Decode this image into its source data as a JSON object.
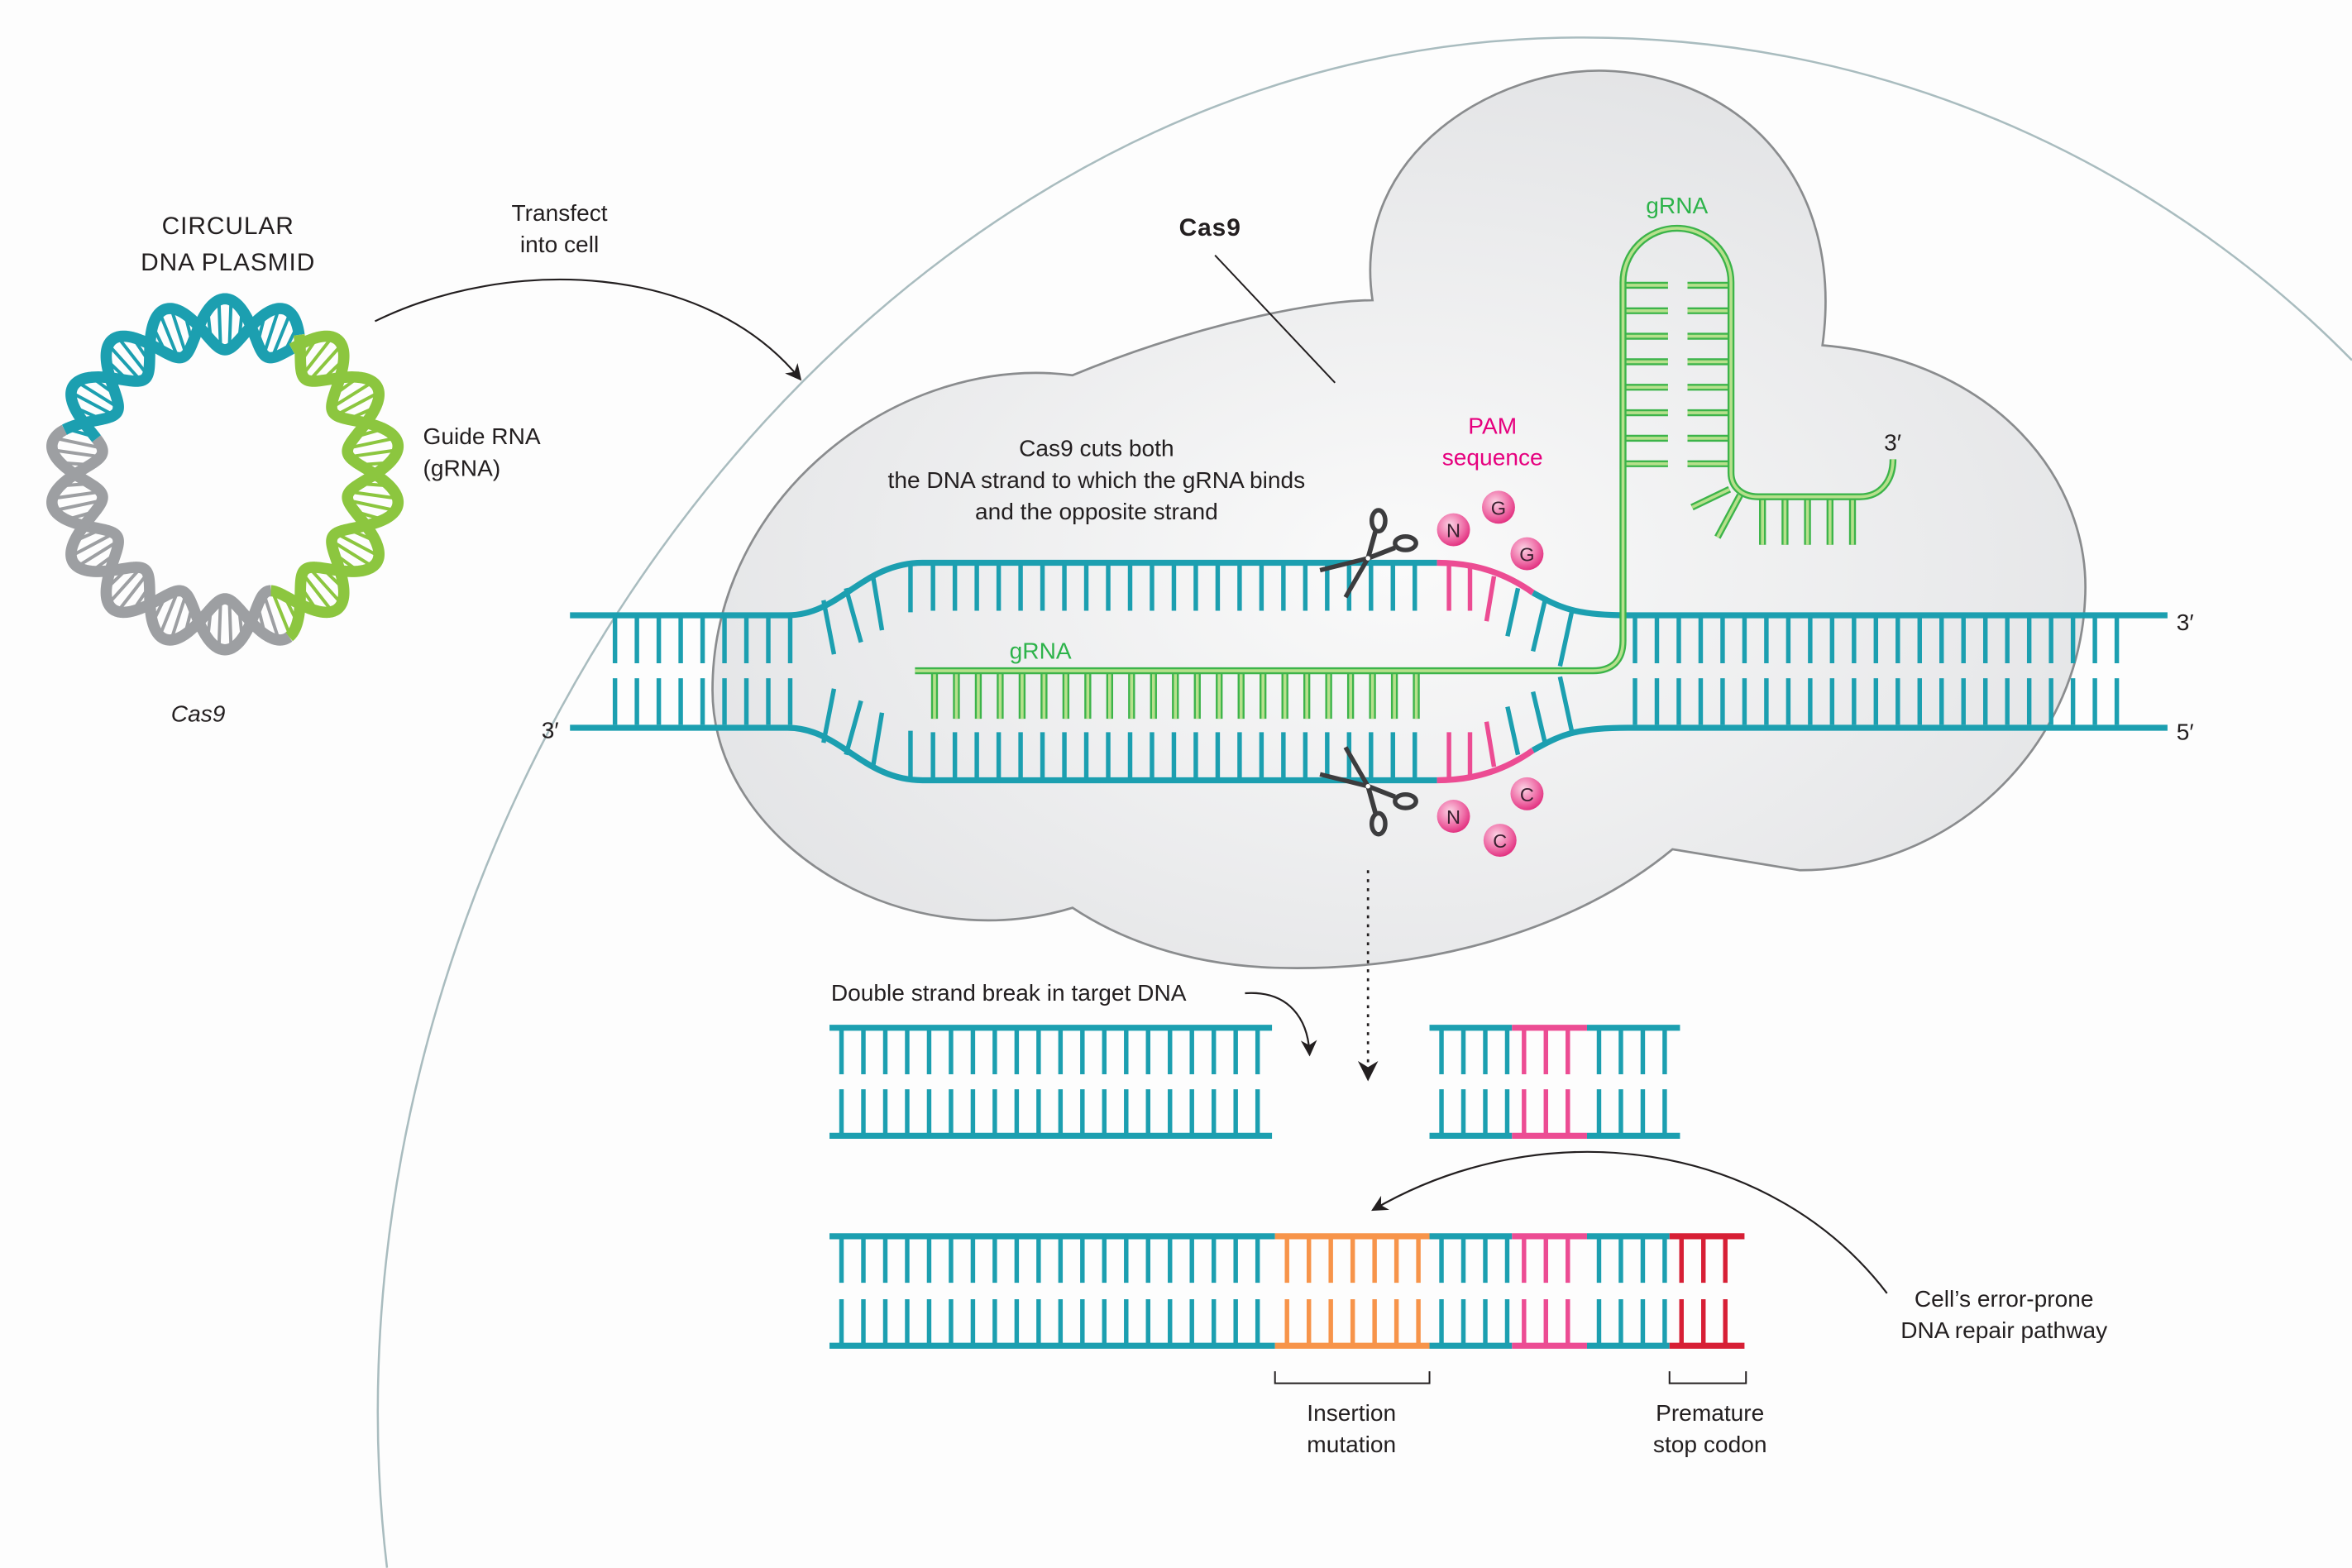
{
  "plasmid": {
    "title_line1": "CIRCULAR",
    "title_line2": "DNA PLASMID",
    "guide_rna_line1": "Guide RNA",
    "guide_rna_line2": "(gRNA)",
    "cas9_label": "Cas9"
  },
  "transfect": {
    "line1": "Transfect",
    "line2": "into cell"
  },
  "cas9": {
    "label": "Cas9",
    "cut_text_line1": "Cas9 cuts both",
    "cut_text_line2": "the DNA strand to which the gRNA binds",
    "cut_text_line3": "and the opposite strand"
  },
  "grna_labels": {
    "hairpin": "gRNA",
    "bound": "gRNA",
    "three_prime": "3′"
  },
  "pam": {
    "line1": "PAM",
    "line2": "sequence",
    "top_bases": [
      "N",
      "G",
      "G"
    ],
    "bottom_bases": [
      "N",
      "C",
      "C"
    ]
  },
  "strand_ends": {
    "top_right": "3′",
    "bottom_left": "3′",
    "bottom_right": "5′"
  },
  "break_label": "Double strand break in target DNA",
  "repair": {
    "pathway_line1": "Cell’s error-prone",
    "pathway_line2": "DNA repair pathway",
    "insertion_line1": "Insertion",
    "insertion_line2": "mutation",
    "stop_line1": "Premature",
    "stop_line2": "stop codon"
  },
  "colors": {
    "dna": "#1c9fb0",
    "plasmid_green": "#8cc63f",
    "plasmid_gray": "#9d9fa2",
    "grna": "#3cb44a",
    "grna_fill": "#b7e08c",
    "pam": "#ec4c93",
    "insertion": "#f7944a",
    "stop_codon": "#d71f35",
    "cas9_fill": "#e6e7e8",
    "membrane": "#a9bcbf"
  }
}
